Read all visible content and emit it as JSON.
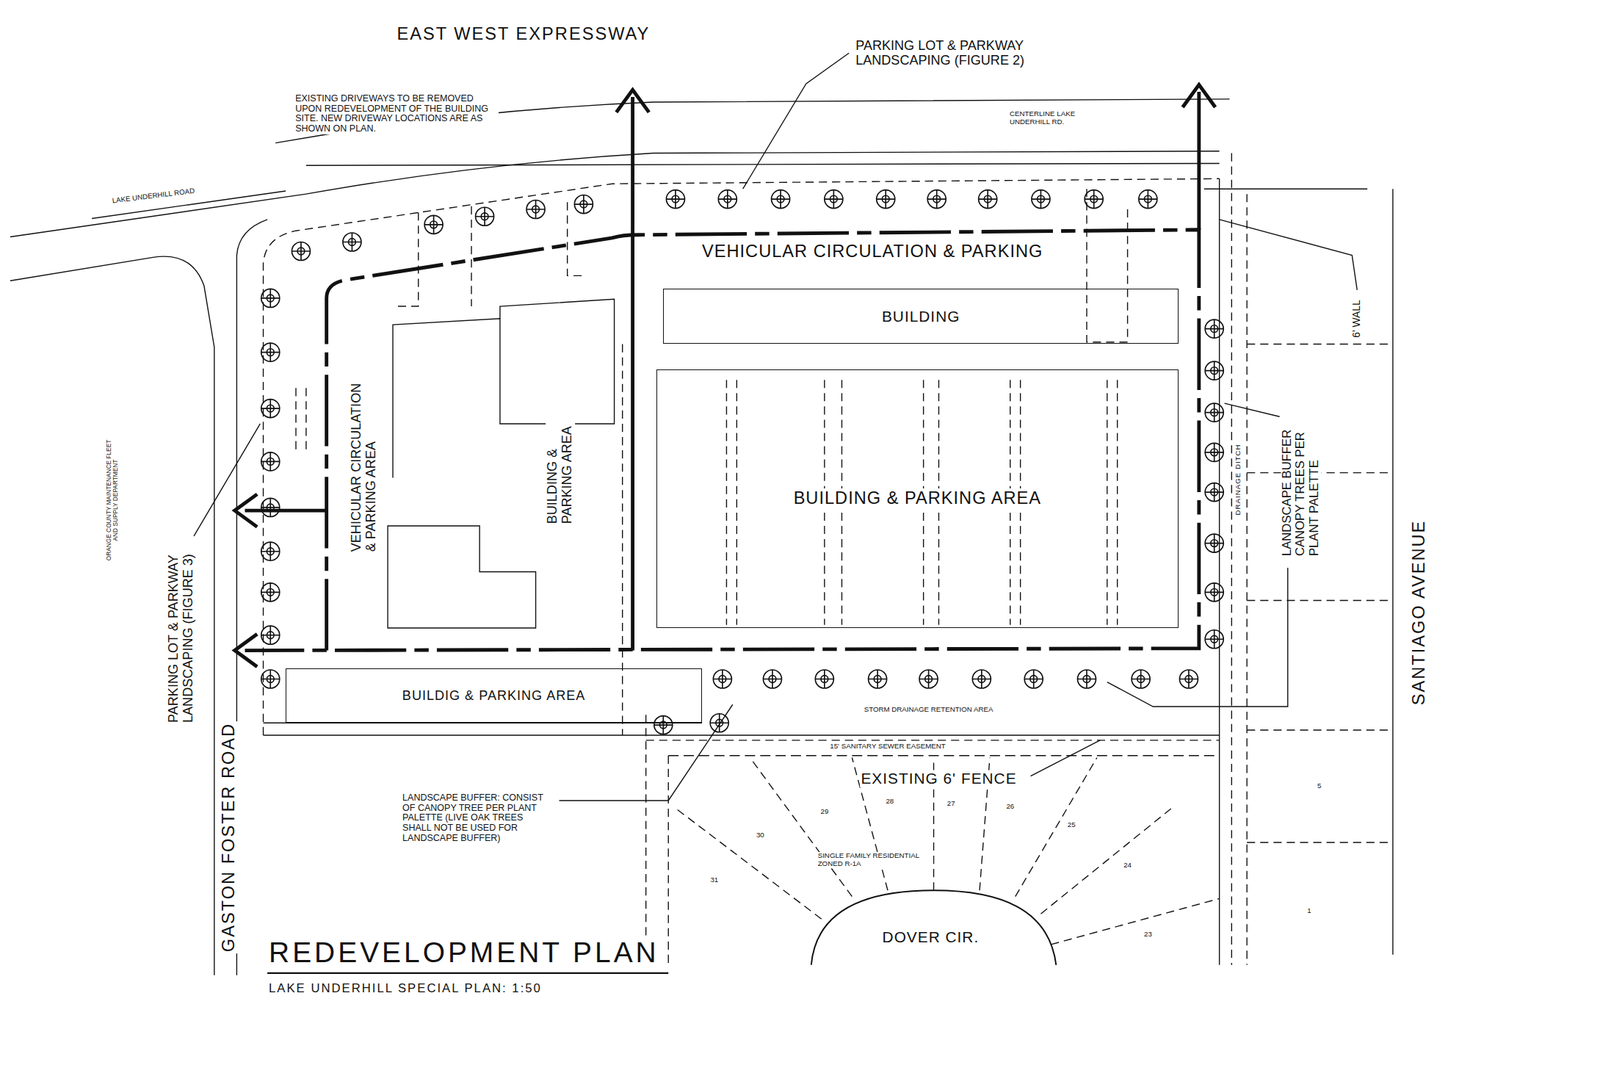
{
  "diagram": {
    "title": "REDEVELOPMENT PLAN",
    "caption": "LAKE UNDERHILL SPECIAL PLAN: 1:50",
    "nodes": [
      {
        "text": [
          "BUILDING"
        ]
      },
      {
        "text": [
          "BUILDING & PARKING AREA"
        ]
      },
      {
        "text": [
          "BUILDIG & PARKING AREA"
        ]
      }
    ],
    "labels": [
      "EAST WEST EXPRESSWAY",
      "PARKING LOT & PARKWAY LANDSCAPING (FIGURE 2)",
      "EXISTING DRIVEWAYS TO BE REMOVED UPON REDEVELOPMENT OF THE BUILDING SITE. NEW DRIVEWAY LOCATIONS ARE AS SHOWN ON PLAN.",
      "CENTERLINE LAKE UNDERHILL RD.",
      "LAKE UNDERHILL ROAD",
      "VEHICULAR CIRCULATION & PARKING",
      "6' WALL",
      "VEHICULAR CIRCULATION & PARKING AREA",
      "BUILDING & PARKING AREA",
      "ORANGE COUNTY MAINTENANCE FLEET AND SUPPLY DEPARTMENT",
      "PARKING LOT & PARKWAY LANDSCAPING (FIGURE 3)",
      "DRAINAGE DITCH",
      "LANDSCAPE BUFFER CANOPY TREES PER PLANT PALETTE",
      "SANTIAGO AVENUE",
      "STORM DRAINAGE RETENTION AREA",
      "15' SANITARY SEWER EASEMENT",
      "EXISTING 6' FENCE",
      "GASTON FOSTER ROAD",
      "LANDSCAPE BUFFER: CONSIST OF CANOPY TREE PER PLANT PALETTE (LIVE OAK TREES SHALL NOT BE USED FOR LANDSCAPE BUFFER)",
      "29",
      "28",
      "27",
      "26",
      "5",
      "30",
      "25",
      "SINGLE FAMILY RESIDENTIAL ZONED R-1A",
      "24",
      "31",
      "1",
      "DOVER CIR.",
      "23"
    ]
  }
}
